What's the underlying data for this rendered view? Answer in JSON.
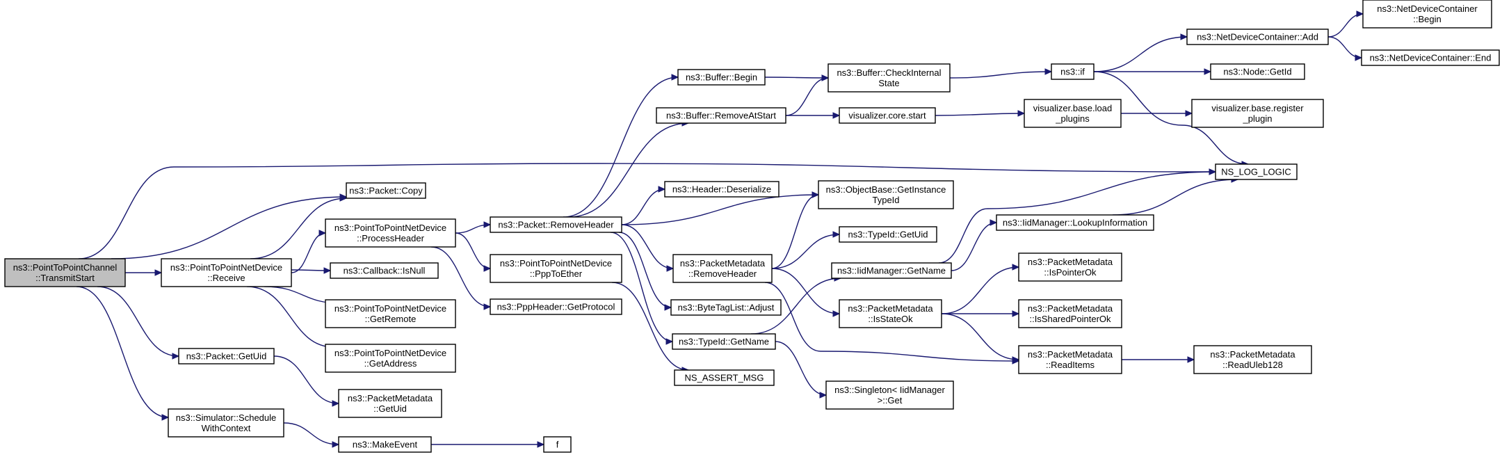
{
  "graph": {
    "nodes": [
      {
        "id": "root",
        "lines": [
          "ns3::PointToPointChannel",
          "::TransmitStart"
        ],
        "root": true
      },
      {
        "id": "copy",
        "lines": [
          "ns3::Packet::Copy"
        ]
      },
      {
        "id": "receive",
        "lines": [
          "ns3::PointToPointNetDevice",
          "::Receive"
        ]
      },
      {
        "id": "getuid_pkt",
        "lines": [
          "ns3::Packet::GetUid"
        ]
      },
      {
        "id": "schedule",
        "lines": [
          "ns3::Simulator::Schedule",
          "WithContext"
        ]
      },
      {
        "id": "processheader",
        "lines": [
          "ns3::PointToPointNetDevice",
          "::ProcessHeader"
        ]
      },
      {
        "id": "isnull",
        "lines": [
          "ns3::Callback::IsNull"
        ]
      },
      {
        "id": "getremote",
        "lines": [
          "ns3::PointToPointNetDevice",
          "::GetRemote"
        ]
      },
      {
        "id": "getaddress",
        "lines": [
          "ns3::PointToPointNetDevice",
          "::GetAddress"
        ]
      },
      {
        "id": "pm_getuid",
        "lines": [
          "ns3::PacketMetadata",
          "::GetUid"
        ]
      },
      {
        "id": "makeevent",
        "lines": [
          "ns3::MakeEvent"
        ]
      },
      {
        "id": "f",
        "lines": [
          "f"
        ]
      },
      {
        "id": "removeheader",
        "lines": [
          "ns3::Packet::RemoveHeader"
        ]
      },
      {
        "id": "pptoether",
        "lines": [
          "ns3::PointToPointNetDevice",
          "::PppToEther"
        ]
      },
      {
        "id": "getprotocol",
        "lines": [
          "ns3::PppHeader::GetProtocol"
        ]
      },
      {
        "id": "buf_begin",
        "lines": [
          "ns3::Buffer::Begin"
        ]
      },
      {
        "id": "removeatstart",
        "lines": [
          "ns3::Buffer::RemoveAtStart"
        ]
      },
      {
        "id": "deserialize",
        "lines": [
          "ns3::Header::Deserialize"
        ]
      },
      {
        "id": "pm_removeheader",
        "lines": [
          "ns3::PacketMetadata",
          "::RemoveHeader"
        ]
      },
      {
        "id": "adjust",
        "lines": [
          "ns3::ByteTagList::Adjust"
        ]
      },
      {
        "id": "typeid_getname",
        "lines": [
          "ns3::TypeId::GetName"
        ]
      },
      {
        "id": "assert",
        "lines": [
          "NS_ASSERT_MSG"
        ]
      },
      {
        "id": "checkinternal",
        "lines": [
          "ns3::Buffer::CheckInternal",
          "State"
        ]
      },
      {
        "id": "vis_start",
        "lines": [
          "visualizer.core.start"
        ]
      },
      {
        "id": "getinstance",
        "lines": [
          "ns3::ObjectBase::GetInstance",
          "TypeId"
        ]
      },
      {
        "id": "typeid_getuid",
        "lines": [
          "ns3::TypeId::GetUid"
        ]
      },
      {
        "id": "iid_getname",
        "lines": [
          "ns3::IidManager::GetName"
        ]
      },
      {
        "id": "isstateok",
        "lines": [
          "ns3::PacketMetadata",
          "::IsStateOk"
        ]
      },
      {
        "id": "singleton",
        "lines": [
          "ns3::Singleton< IidManager",
          ">::Get"
        ]
      },
      {
        "id": "if",
        "lines": [
          "ns3::if"
        ]
      },
      {
        "id": "load_plugins",
        "lines": [
          "visualizer.base.load",
          "_plugins"
        ]
      },
      {
        "id": "lookup",
        "lines": [
          "ns3::IidManager::LookupInformation"
        ]
      },
      {
        "id": "ispointerok",
        "lines": [
          "ns3::PacketMetadata",
          "::IsPointerOk"
        ]
      },
      {
        "id": "issharedpointerok",
        "lines": [
          "ns3::PacketMetadata",
          "::IsSharedPointerOk"
        ]
      },
      {
        "id": "readitems",
        "lines": [
          "ns3::PacketMetadata",
          "::ReadItems"
        ]
      },
      {
        "id": "ndc_add",
        "lines": [
          "ns3::NetDeviceContainer::Add"
        ]
      },
      {
        "id": "node_getid",
        "lines": [
          "ns3::Node::GetId"
        ]
      },
      {
        "id": "register_plugin",
        "lines": [
          "visualizer.base.register",
          "_plugin"
        ]
      },
      {
        "id": "ns_log_logic",
        "lines": [
          "NS_LOG_LOGIC"
        ]
      },
      {
        "id": "readuleb",
        "lines": [
          "ns3::PacketMetadata",
          "::ReadUleb128"
        ]
      },
      {
        "id": "ndc_begin",
        "lines": [
          "ns3::NetDeviceContainer",
          "::Begin"
        ]
      },
      {
        "id": "ndc_end",
        "lines": [
          "ns3::NetDeviceContainer::End"
        ]
      }
    ],
    "edges": [
      [
        "root",
        "copy"
      ],
      [
        "root",
        "receive"
      ],
      [
        "root",
        "getuid_pkt"
      ],
      [
        "root",
        "schedule"
      ],
      [
        "root",
        "ns_log_logic"
      ],
      [
        "receive",
        "copy"
      ],
      [
        "receive",
        "processheader"
      ],
      [
        "receive",
        "isnull"
      ],
      [
        "receive",
        "getremote"
      ],
      [
        "receive",
        "getaddress"
      ],
      [
        "getuid_pkt",
        "pm_getuid"
      ],
      [
        "schedule",
        "makeevent"
      ],
      [
        "makeevent",
        "f"
      ],
      [
        "processheader",
        "removeheader"
      ],
      [
        "processheader",
        "pptoether"
      ],
      [
        "processheader",
        "getprotocol"
      ],
      [
        "pptoether",
        "assert"
      ],
      [
        "removeheader",
        "buf_begin"
      ],
      [
        "removeheader",
        "removeatstart"
      ],
      [
        "removeheader",
        "deserialize"
      ],
      [
        "removeheader",
        "getinstance"
      ],
      [
        "removeheader",
        "pm_removeheader"
      ],
      [
        "removeheader",
        "adjust"
      ],
      [
        "removeheader",
        "typeid_getname"
      ],
      [
        "buf_begin",
        "checkinternal"
      ],
      [
        "removeatstart",
        "checkinternal"
      ],
      [
        "removeatstart",
        "vis_start"
      ],
      [
        "pm_removeheader",
        "getinstance"
      ],
      [
        "pm_removeheader",
        "typeid_getuid"
      ],
      [
        "pm_removeheader",
        "isstateok"
      ],
      [
        "pm_removeheader",
        "readitems"
      ],
      [
        "typeid_getname",
        "iid_getname"
      ],
      [
        "typeid_getname",
        "singleton"
      ],
      [
        "checkinternal",
        "if"
      ],
      [
        "vis_start",
        "load_plugins"
      ],
      [
        "iid_getname",
        "ns_log_logic"
      ],
      [
        "iid_getname",
        "lookup"
      ],
      [
        "isstateok",
        "ispointerok"
      ],
      [
        "isstateok",
        "issharedpointerok"
      ],
      [
        "isstateok",
        "readitems"
      ],
      [
        "if",
        "ndc_add"
      ],
      [
        "if",
        "node_getid"
      ],
      [
        "if",
        "ns_log_logic"
      ],
      [
        "load_plugins",
        "register_plugin"
      ],
      [
        "lookup",
        "ns_log_logic"
      ],
      [
        "readitems",
        "readuleb"
      ],
      [
        "ndc_add",
        "ndc_begin"
      ],
      [
        "ndc_add",
        "ndc_end"
      ]
    ]
  }
}
